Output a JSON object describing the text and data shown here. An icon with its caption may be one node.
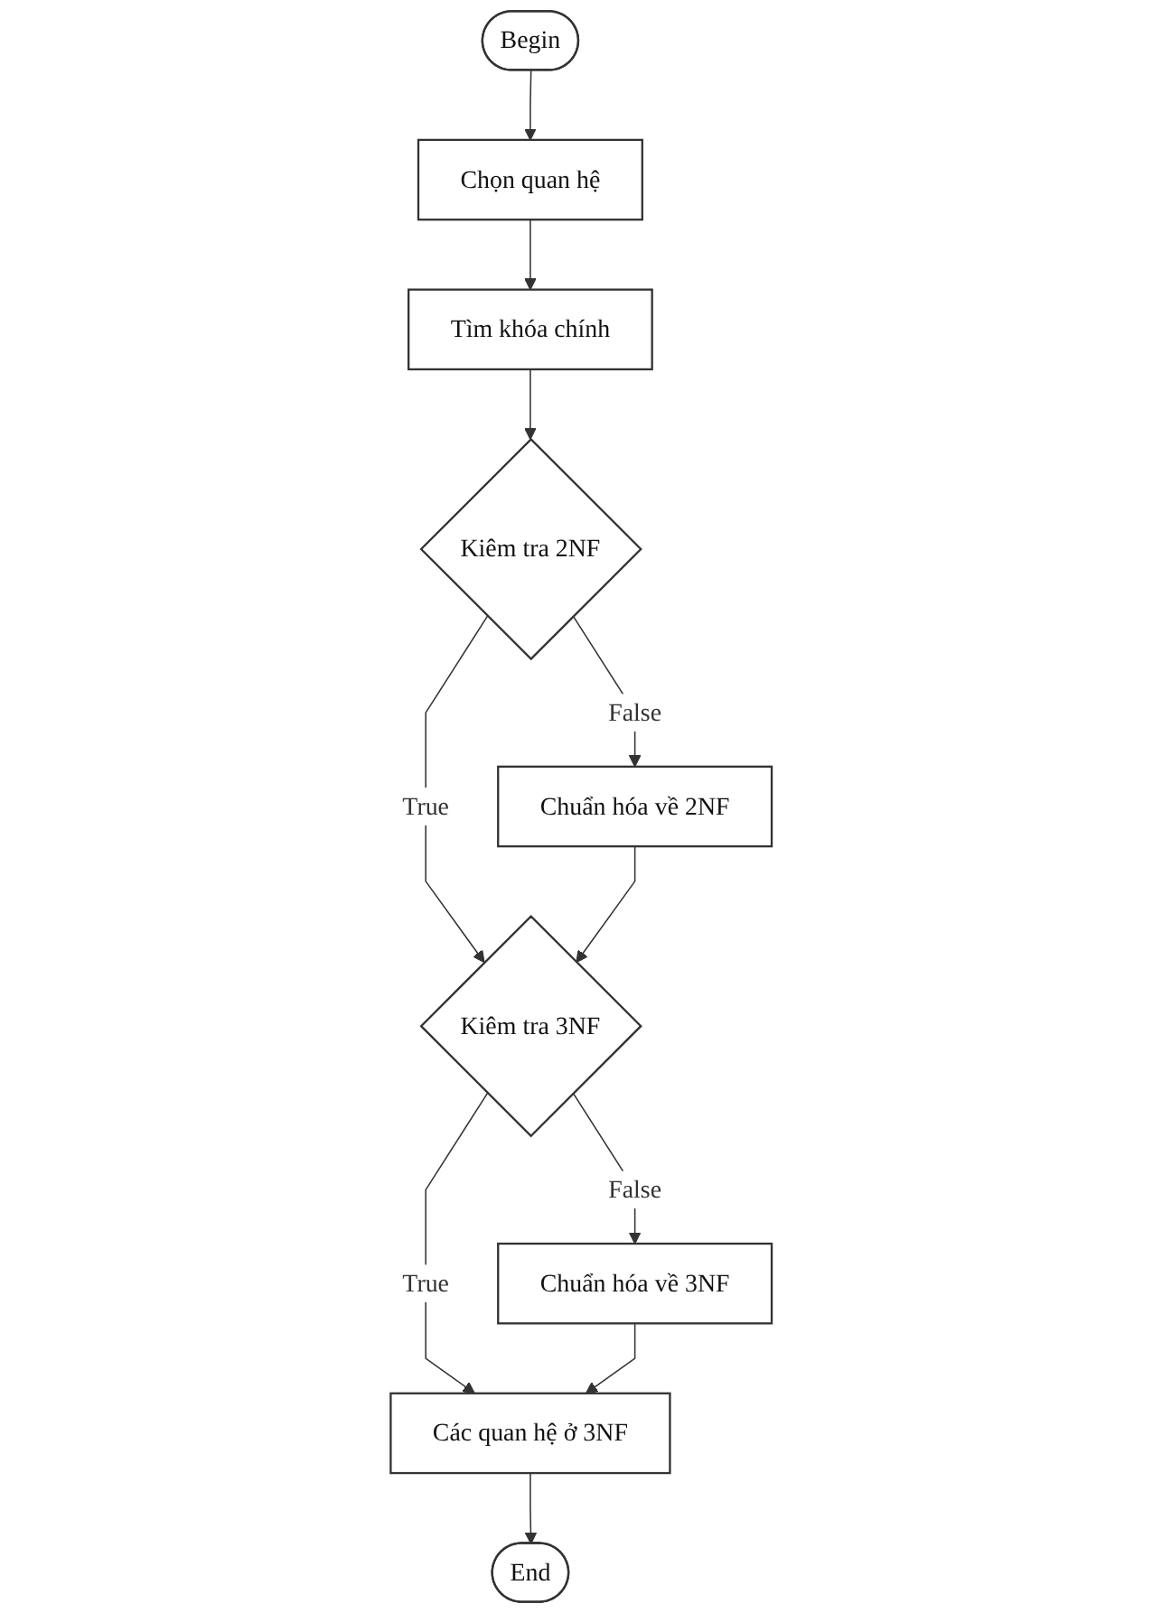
{
  "diagram": {
    "nodes": [
      {
        "text": [
          "Begin"
        ]
      },
      {
        "text": [
          "Chọn quan hệ"
        ]
      },
      {
        "text": [
          "Tìm khóa chính"
        ]
      },
      {
        "text": [
          "Kiêm tra 2NF"
        ]
      },
      {
        "text": [
          "Chuẩn hóa về 2NF"
        ]
      },
      {
        "text": [
          "Kiêm tra 3NF"
        ]
      },
      {
        "text": [
          "Chuẩn hóa về 3NF"
        ]
      },
      {
        "text": [
          "Các quan hệ ở 3NF"
        ]
      },
      {
        "text": [
          "End"
        ]
      }
    ],
    "edges": [
      {
        "from": 0,
        "to": 1,
        "arrow": "to"
      },
      {
        "from": 1,
        "to": 2,
        "arrow": "to"
      },
      {
        "from": 2,
        "to": 3,
        "arrow": "to"
      },
      {
        "from": 3,
        "to": 4,
        "label": "False",
        "arrow": "to"
      },
      {
        "from": 3,
        "to": 5,
        "label": "True",
        "arrow": "to"
      },
      {
        "from": 4,
        "to": 5,
        "arrow": "to"
      },
      {
        "from": 5,
        "to": 6,
        "label": "False",
        "arrow": "to"
      },
      {
        "from": 5,
        "to": 7,
        "label": "True",
        "arrow": "to"
      },
      {
        "from": 6,
        "to": 7,
        "arrow": "to"
      },
      {
        "from": 7,
        "to": 8,
        "arrow": "to"
      }
    ]
  }
}
